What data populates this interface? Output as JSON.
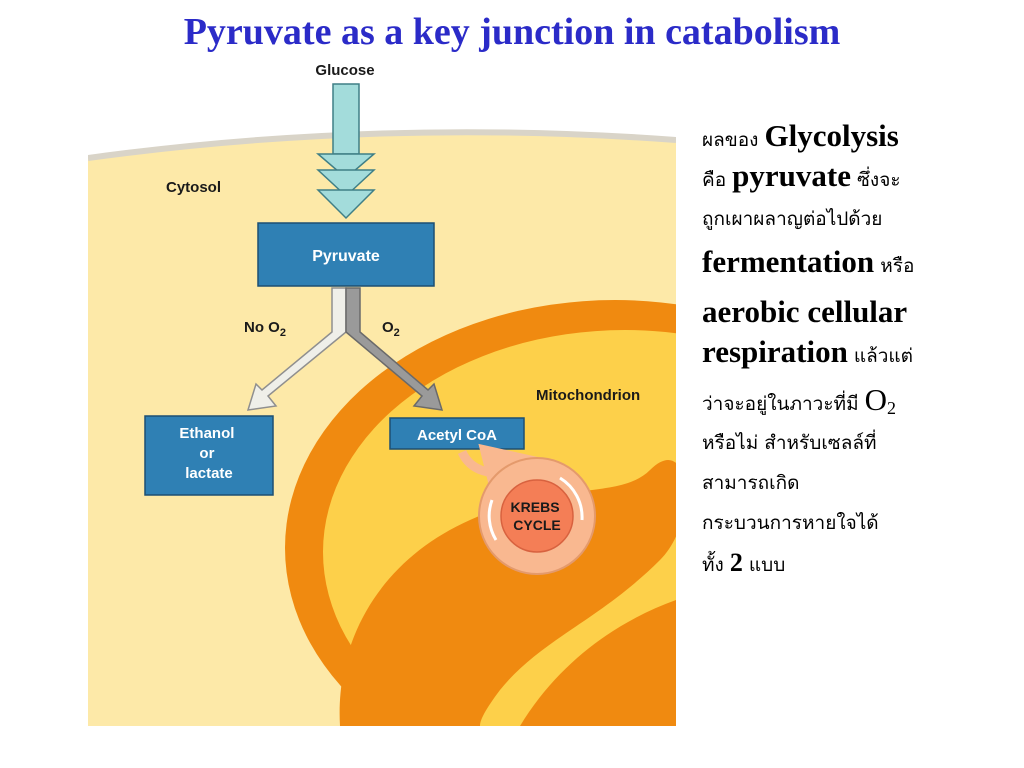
{
  "title": "Pyruvate as a key junction in catabolism",
  "diagram": {
    "glucose": "Glucose",
    "cytosol": "Cytosol",
    "pyruvate": "Pyruvate",
    "no_o2": "No O",
    "o2": "O",
    "o2_sub": "2",
    "ethanol_lines": [
      "Ethanol",
      "or",
      "lactate"
    ],
    "mitochondrion": "Mitochondrion",
    "acetyl_coa": "Acetyl CoA",
    "krebs_lines": [
      "KREBS",
      "CYCLE"
    ]
  },
  "colors": {
    "title": "#2b2bc8",
    "box_fill": "#2f80b4",
    "cytosol_fill": "#fde9a8",
    "mito_outer": "#f08a10",
    "mito_inner": "#fdd04a",
    "arrow_teal": "#a3dcdb",
    "krebs_ring": "#f9b890",
    "krebs_core": "#f47e56"
  },
  "side_text": {
    "l1_th": "ผลของ ",
    "l1_en": "Glycolysis",
    "l2_th": "คือ ",
    "l2_en": "pyruvate",
    "l2_th2": " ซึ่งจะ",
    "l3_th": "ถูกเผาผลาญต่อไปด้วย",
    "l4_en": "fermentation",
    "l4_th": " หรือ",
    "l5_en": "aerobic cellular",
    "l6_en": "respiration",
    "l6_th": " แล้วแต่",
    "l7_th": "ว่าจะอยู่ในภาวะที่มี ",
    "l7_o": "O",
    "l7_sub": "2",
    "l8_th": "หรือไม่ สำหรับเซลล์ที่",
    "l9_th": "สามารถเกิด",
    "l10_th": "กระบวนการหายใจได้",
    "l11_th": "ทั้ง ",
    "l11_num": "2",
    "l11_th2": " แบบ"
  }
}
